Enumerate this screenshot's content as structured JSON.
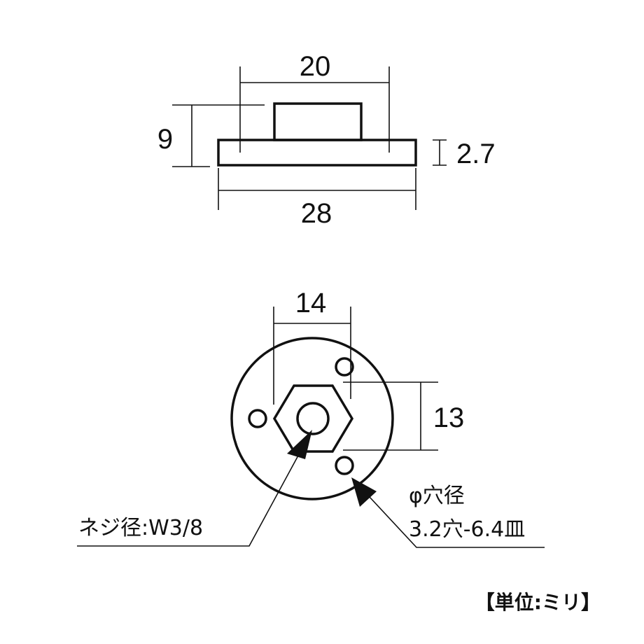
{
  "side_view": {
    "top_width": "20",
    "height": "9",
    "plate_thickness": "2.7",
    "base_width": "28"
  },
  "top_view": {
    "hex_width": "14",
    "hole_spacing": "13"
  },
  "annotations": {
    "thread_label": "ネジ径:W3/8",
    "hole_label_line1": "φ穴径",
    "hole_label_line2": "3.2穴-6.4皿"
  },
  "unit_note": "【単位:ミリ】"
}
